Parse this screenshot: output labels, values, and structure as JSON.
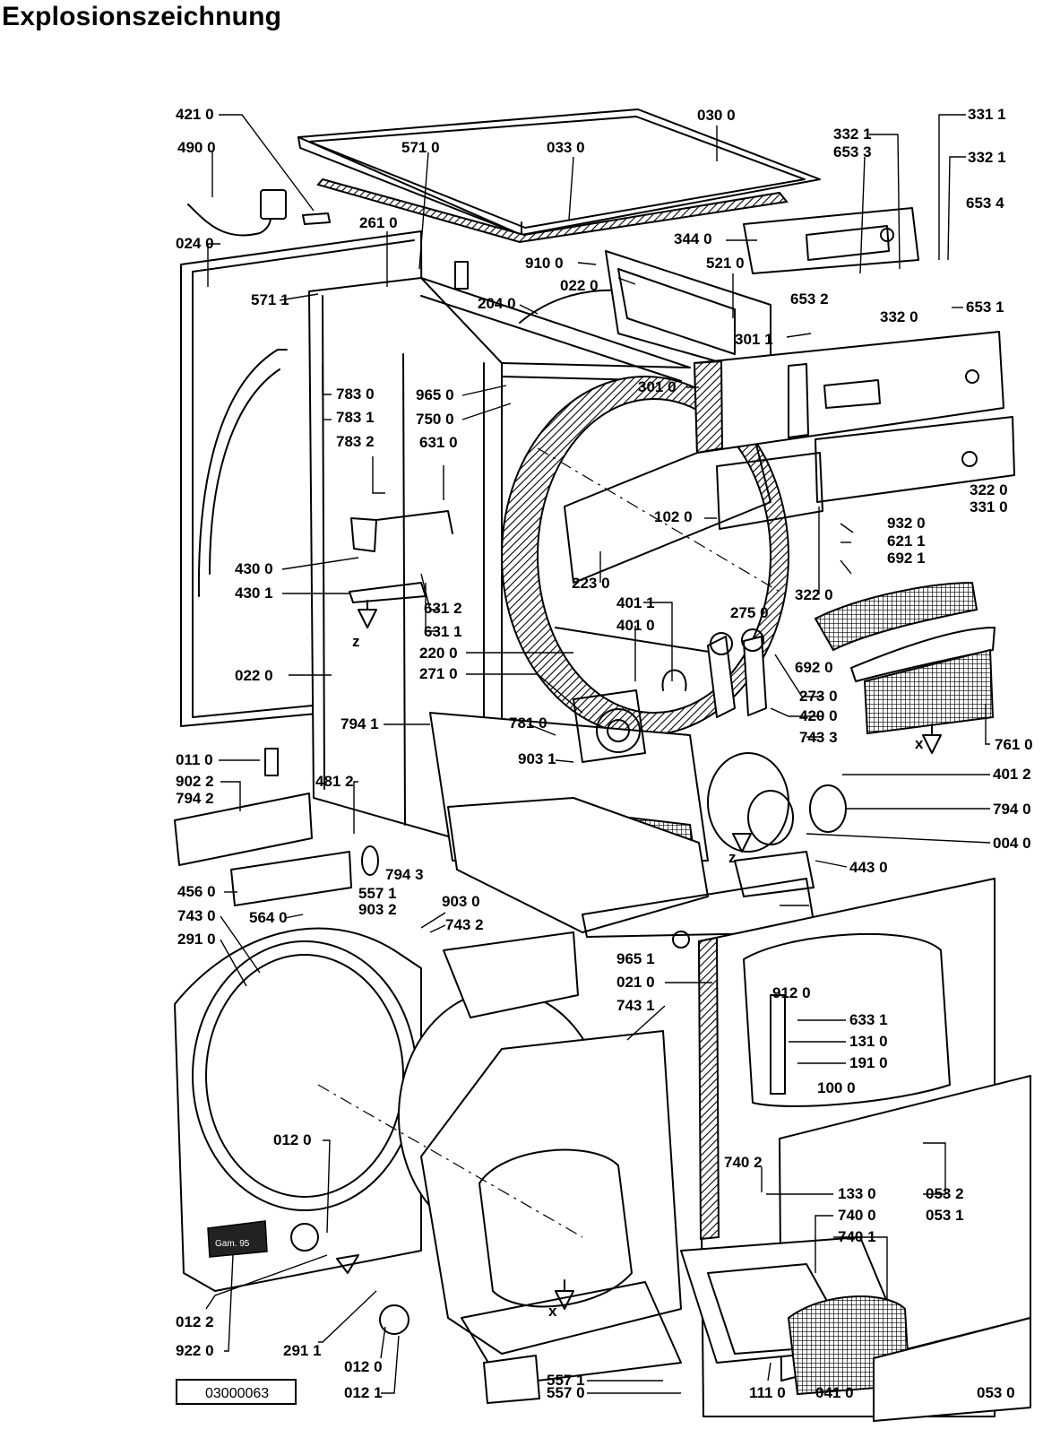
{
  "title": "Explosionszeichnung",
  "document_number": "03000063",
  "labels": [
    "421 0",
    "490 0",
    "024 0",
    "571 1",
    "261 0",
    "571 0",
    "033 0",
    "030 0",
    "332 1",
    "653 3",
    "331 1",
    "332 1",
    "653 4",
    "344 0",
    "910 0",
    "022 0",
    "521 0",
    "653 2",
    "332 0",
    "653 1",
    "204 0",
    "301 1",
    "301 0",
    "783 0",
    "783 1",
    "783 2",
    "965 0",
    "750 0",
    "631 0",
    "102 0",
    "322 0",
    "331 0",
    "932 0",
    "621 1",
    "692 1",
    "430 0",
    "430 1",
    "223 0",
    "631 2",
    "631 1",
    "401 1",
    "401 0",
    "275 0",
    "220 0",
    "271 0",
    "322 0",
    "692 0",
    "022 0",
    "781 0",
    "794 1",
    "273 0",
    "420 0",
    "743 3",
    "761 0",
    "903 1",
    "011 0",
    "902 2",
    "794 2",
    "481 2",
    "401 2",
    "794 0",
    "004 0",
    "443 0",
    "794 3",
    "456 0",
    "564 0",
    "557 1",
    "903 2",
    "903 0",
    "743 0",
    "743 2",
    "291 0",
    "965 1",
    "021 0",
    "743 1",
    "912 0",
    "633 1",
    "131 0",
    "191 0",
    "100 0",
    "012 0",
    "740 2",
    "133 0",
    "053 2",
    "740 0",
    "053 1",
    "740 1",
    "012 2",
    "922 0",
    "291 1",
    "012 0",
    "012 1",
    "557 1",
    "557 0",
    "111 0",
    "041 0",
    "053 0"
  ],
  "markers": {
    "x": "x",
    "z": "z"
  },
  "sheet_mark": "Gam. 95"
}
